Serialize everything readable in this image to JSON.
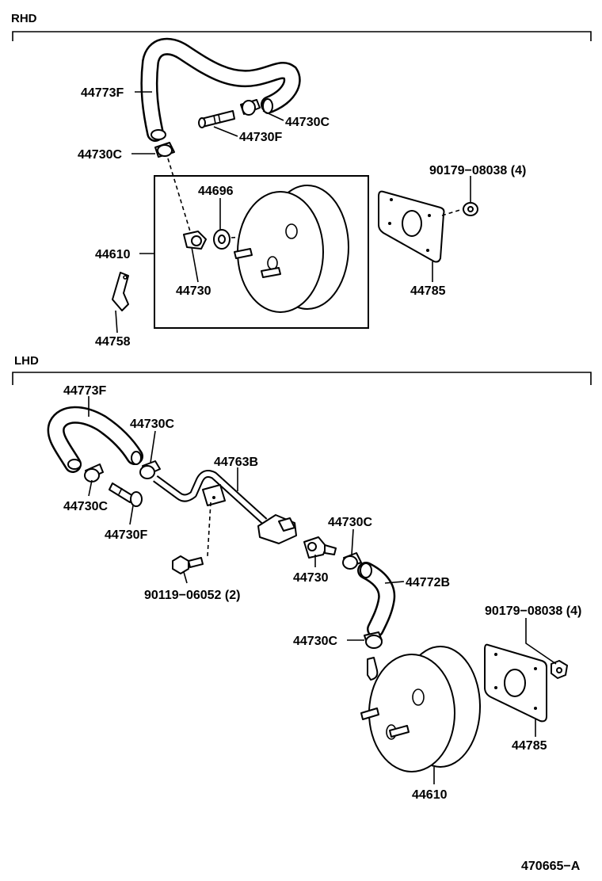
{
  "sections": {
    "rhd": "RHD",
    "lhd": "LHD"
  },
  "rhd_labels": {
    "hose_44773F": "44773F",
    "clip_upper": "44730C",
    "fitting_44730F": "44730F",
    "clip_lower": "44730C",
    "grommet_44696": "44696",
    "booster_44610": "44610",
    "check_valve_44730": "44730",
    "bracket_44758": "44758",
    "nut_90179": "90179−08038 (4)",
    "gasket_44785": "44785"
  },
  "lhd_labels": {
    "hose_44773F": "44773F",
    "clip_a": "44730C",
    "clip_b": "44730C",
    "fitting_44730F": "44730F",
    "pipe_44763B": "44763B",
    "bolt_90119": "90119−06052 (2)",
    "clip_c": "44730C",
    "check_valve_44730": "44730",
    "hose_44772B": "44772B",
    "clip_d": "44730C",
    "nut_90179": "90179−08038 (4)",
    "gasket_44785": "44785",
    "booster_44610": "44610"
  },
  "footer": {
    "code": "470665−A"
  }
}
